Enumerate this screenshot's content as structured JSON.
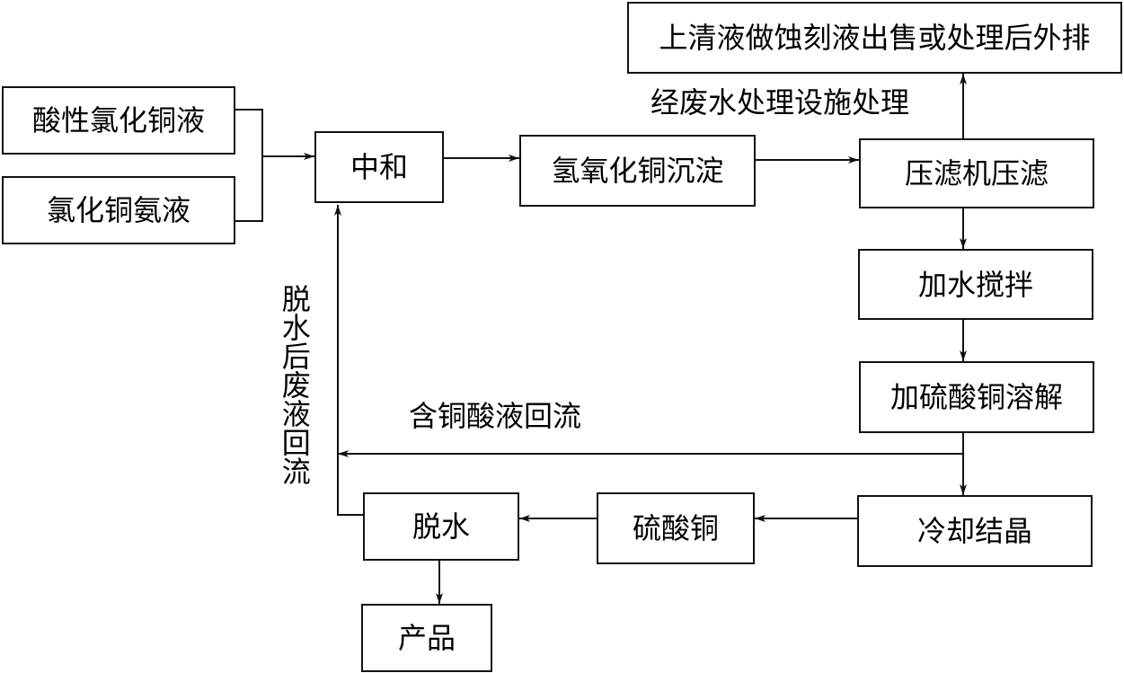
{
  "nodes": {
    "acidic_cucl2": "酸性氯化铜液",
    "ammoniacal_cucl2": "氯化铜氨液",
    "neutralize": "中和",
    "cu_hydroxide": "氢氧化铜沉淀",
    "filter_press": "压滤机压滤",
    "supernatant": "上清液做蚀刻液出售或处理后外排",
    "add_water": "加水搅拌",
    "dissolve": "加硫酸铜溶解",
    "crystallize": "冷却结晶",
    "cuso4": "硫酸铜",
    "dewater": "脱水",
    "product": "产品"
  },
  "labels": {
    "wastewater": "经废水处理设施处理",
    "acid_return": "含铜酸液回流",
    "dewater_return": "脱水后废液回流"
  }
}
